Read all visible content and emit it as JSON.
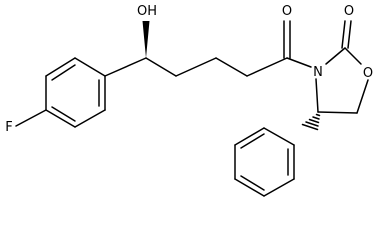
{
  "molecule": {
    "atoms": {
      "fluorine": "F",
      "hydroxyl": "OH",
      "ketone_oxygen": "O",
      "carbonyl_oxygen": "O",
      "ring_nitrogen": "N",
      "ring_oxygen": "O"
    }
  }
}
